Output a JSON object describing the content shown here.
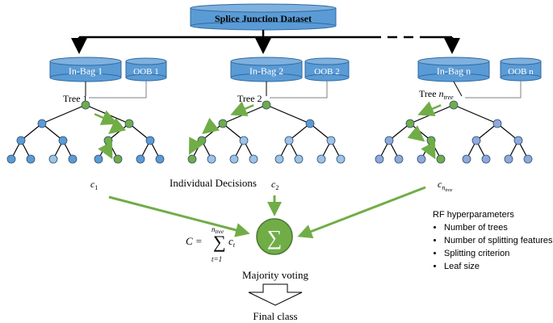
{
  "dataset": {
    "title": "Splice Junction Dataset"
  },
  "groups": [
    {
      "in_bag": "In-Bag 1",
      "oob": "OOB 1",
      "tree": "Tree 1"
    },
    {
      "in_bag": "In-Bag 2",
      "oob": "OOB  2",
      "tree": "Tree 2"
    },
    {
      "in_bag": "In-Bag n",
      "oob": "OOB n",
      "tree": "Tree n_tree"
    }
  ],
  "decision_labels": {
    "c1": "c",
    "c1_sub": "1",
    "c2": "c",
    "c2_sub": "2",
    "cn": "c",
    "cn_sub": "n",
    "cn_subsub": "tree"
  },
  "middle_label": "Individual Decisions",
  "formula": {
    "lhs": "C =",
    "sum_top": "n",
    "sum_top_sub": "tree",
    "sum_bottom": "t=1",
    "term": "c",
    "term_sub": "t"
  },
  "voting": {
    "symbol": "∑",
    "label": "Majority voting"
  },
  "final_class": "Final class",
  "hyperparameters": {
    "title": "RF hyperparameters",
    "items": [
      "Number of trees",
      "Number of splitting features",
      "Splitting criterion",
      "Leaf size"
    ]
  },
  "colors": {
    "db_blue": "#5b9bd5",
    "db_dark": "#2e6aa3",
    "node_green": "#70ad47",
    "node_light": "#9dc3e6",
    "node_mid": "#5b9bd5",
    "node_pale": "#b4c7e7",
    "arrow_green": "#70ad47"
  }
}
